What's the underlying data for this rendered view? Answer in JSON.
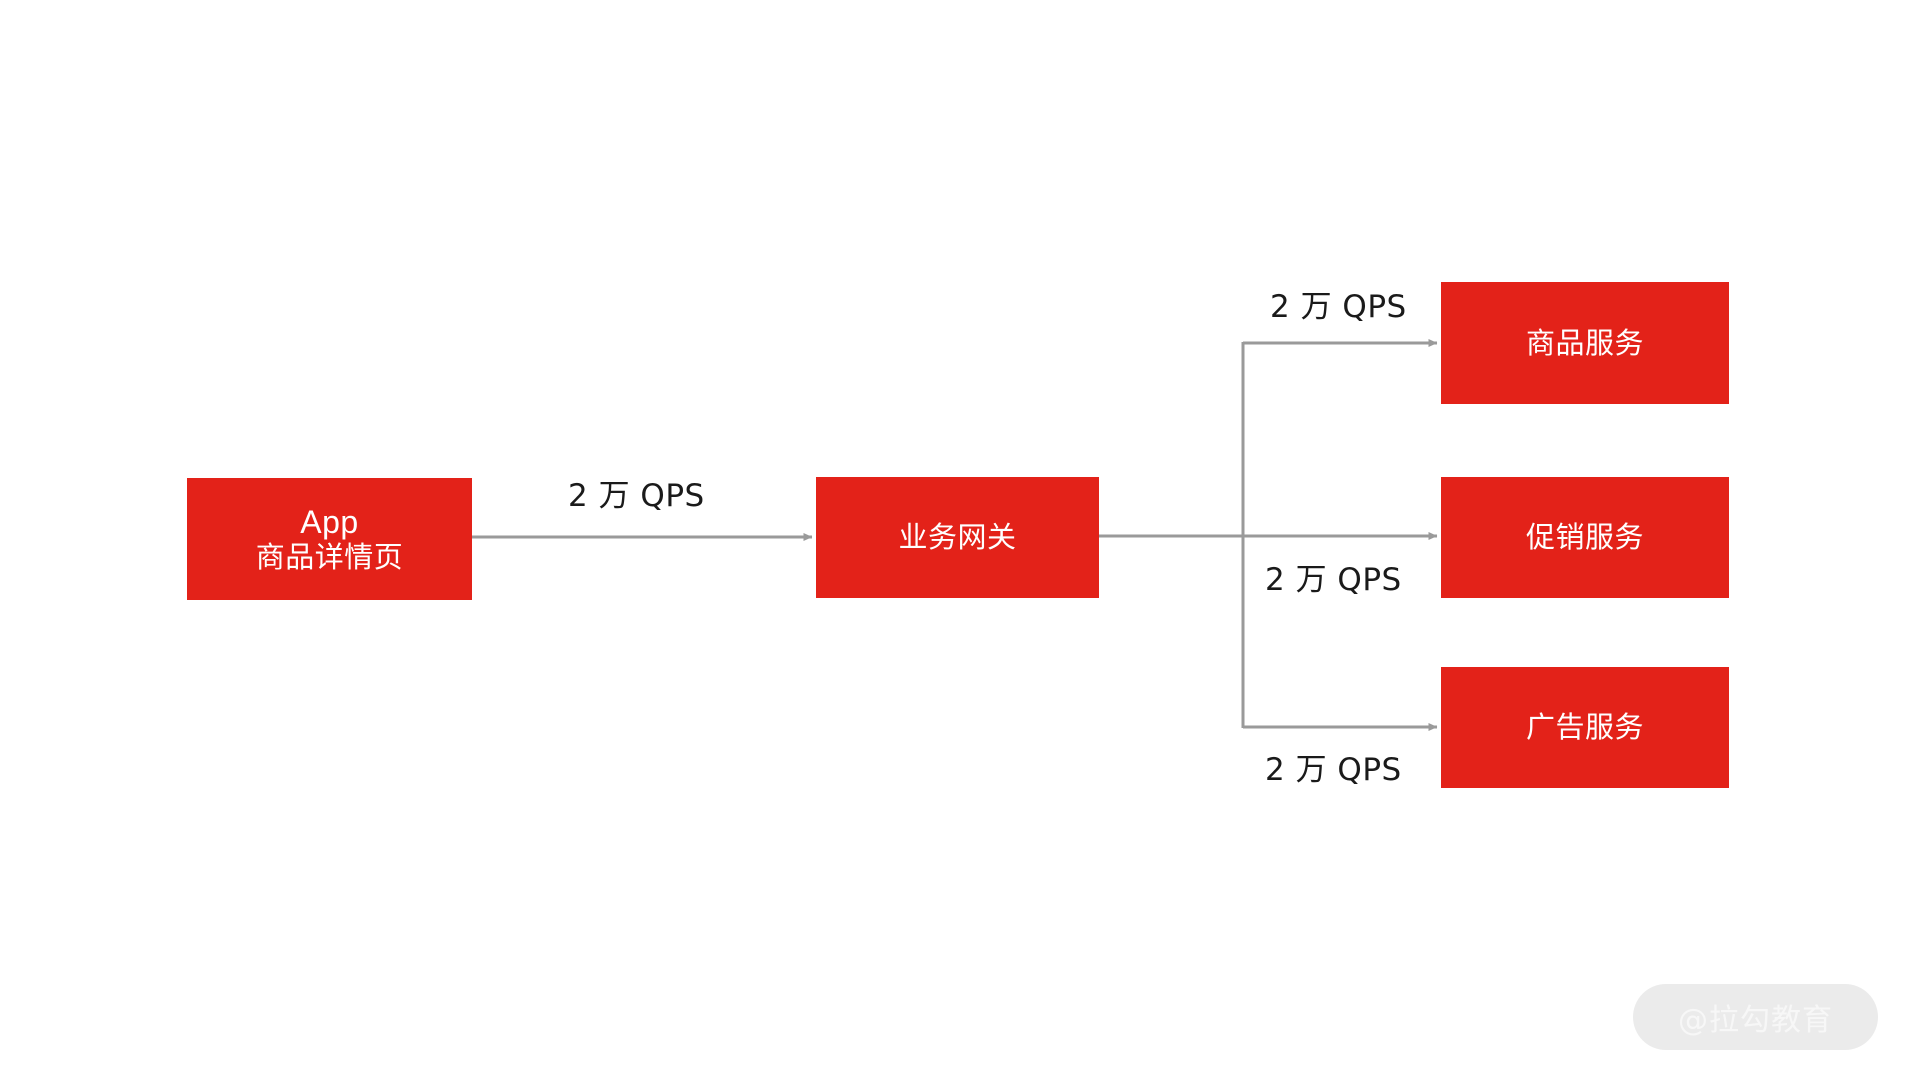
{
  "diagram": {
    "type": "flow-diagram",
    "background_color": "#ffffff",
    "node_fill_color": "#e32219",
    "node_text_color": "#ffffff",
    "connector_color": "#9a9a9a",
    "label_text_color": "#1a1a1a",
    "nodes": [
      {
        "id": "app",
        "line1": "App",
        "line2": "商品详情页"
      },
      {
        "id": "gateway",
        "line1": "业务网关"
      },
      {
        "id": "product-service",
        "line1": "商品服务"
      },
      {
        "id": "promotion-service",
        "line1": "促销服务"
      },
      {
        "id": "ads-service",
        "line1": "广告服务"
      }
    ],
    "edges": [
      {
        "id": "app-to-gateway",
        "from": "app",
        "to": "gateway",
        "label": "2 万 QPS"
      },
      {
        "id": "gateway-to-product",
        "from": "gateway",
        "to": "product-service",
        "label": "2 万 QPS"
      },
      {
        "id": "gateway-to-promotion",
        "from": "gateway",
        "to": "promotion-service",
        "label": "2 万 QPS"
      },
      {
        "id": "gateway-to-ads",
        "from": "gateway",
        "to": "ads-service",
        "label": "2 万 QPS"
      }
    ]
  },
  "watermark": {
    "text": "@拉勾教育",
    "background_color": "#ebebeb",
    "text_color": "#f7f7f7"
  }
}
